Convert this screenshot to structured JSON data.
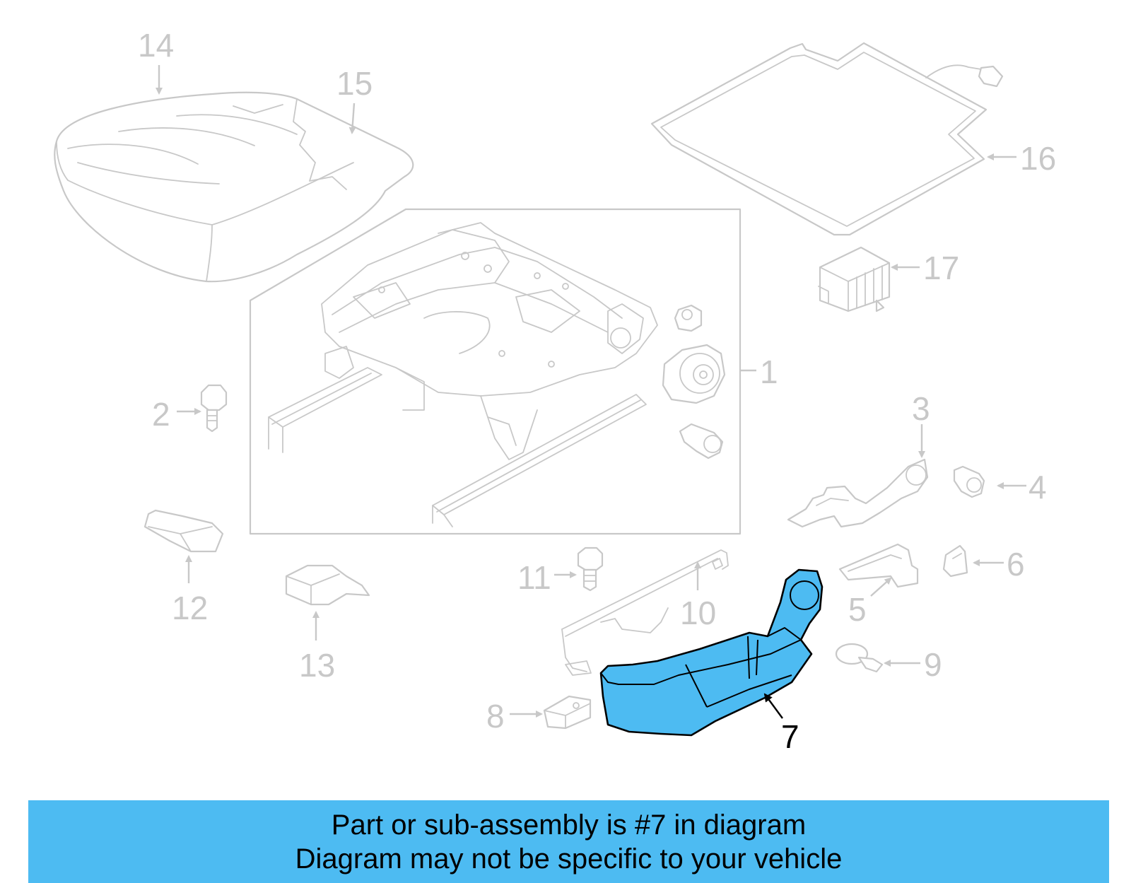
{
  "colors": {
    "highlight": "#4dbbf2",
    "line_art": "#c8c8c8",
    "banner": "#4dbbf2",
    "text": "#000000"
  },
  "diagram": {
    "highlighted_part": "7",
    "callouts": {
      "c1": "1",
      "c2": "2",
      "c3": "3",
      "c4": "4",
      "c5": "5",
      "c6": "6",
      "c7": "7",
      "c8": "8",
      "c9": "9",
      "c10": "10",
      "c11": "11",
      "c12": "12",
      "c13": "13",
      "c14": "14",
      "c15": "15",
      "c16": "16",
      "c17": "17"
    }
  },
  "banner": {
    "line1": "Part or sub-assembly is #7 in diagram",
    "line2": "Diagram may not be specific to your vehicle"
  }
}
